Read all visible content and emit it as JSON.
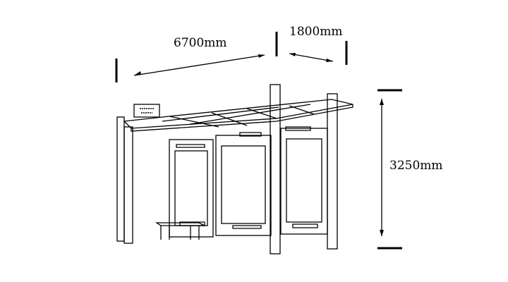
{
  "title": "Bus shelter dimension drawing",
  "dimensions": {
    "length": "6700mm",
    "depth": "1800mm",
    "height": "3250mm"
  },
  "colors": {
    "line": "#000000",
    "background": "#ffffff"
  }
}
